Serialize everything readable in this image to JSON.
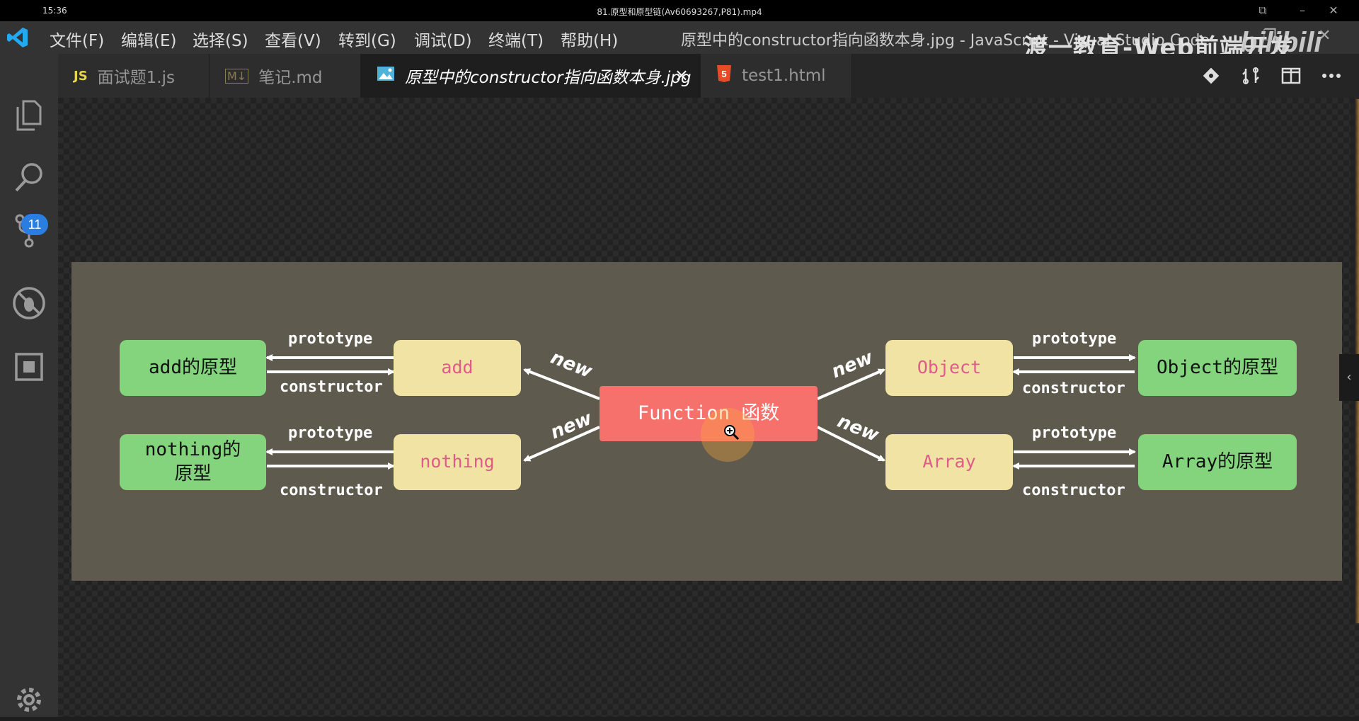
{
  "video": {
    "time": "15:36",
    "title": "81.原型和原型链(Av60693267,P81).mp4"
  },
  "menubar": {
    "items": [
      "文件(F)",
      "编辑(E)",
      "选择(S)",
      "查看(V)",
      "转到(G)",
      "调试(D)",
      "终端(T)",
      "帮助(H)"
    ],
    "window_title": "原型中的constructor指向函数本身.jpg - JavaScript - Visual Studio Code",
    "watermark": "渡一教育-Web前端开发",
    "watermark_logo": "bilibili"
  },
  "activity_bar": {
    "items": [
      "explorer-icon",
      "search-icon",
      "source-control-icon",
      "debug-icon",
      "extensions-icon"
    ],
    "source_control_badge": "11",
    "settings": "gear-icon"
  },
  "tabs": [
    {
      "label": "面试题1.js",
      "icon": "JS",
      "icon_color": "#e8d44d",
      "active": false
    },
    {
      "label": "笔记.md",
      "icon": "M↓",
      "icon_color": "#8a7a55",
      "active": false
    },
    {
      "label": "原型中的constructor指向函数本身.jpg",
      "icon": "image-icon",
      "icon_color": "#4fb3d9",
      "active": true,
      "close": "×"
    },
    {
      "label": "test1.html",
      "icon": "5",
      "icon_color": "#e44d26",
      "active": false
    }
  ],
  "tab_actions": [
    "git-compare-icon",
    "open-changes-icon",
    "split-editor-icon",
    "more-icon"
  ],
  "diagram": {
    "colors": {
      "green": "#84d47e",
      "yellow": "#f0e3a3",
      "red": "#f6716c",
      "background": "#5e5a4d"
    },
    "center": "Function 函数",
    "left": [
      {
        "proto": "add的原型",
        "func": "add"
      },
      {
        "proto": "nothing的\n原型",
        "func": "nothing"
      }
    ],
    "right": [
      {
        "func": "Object",
        "proto": "Object的原型"
      },
      {
        "func": "Array",
        "proto": "Array的原型"
      }
    ],
    "labels": {
      "prototype": "prototype",
      "constructor": "constructor",
      "new": "new"
    }
  }
}
